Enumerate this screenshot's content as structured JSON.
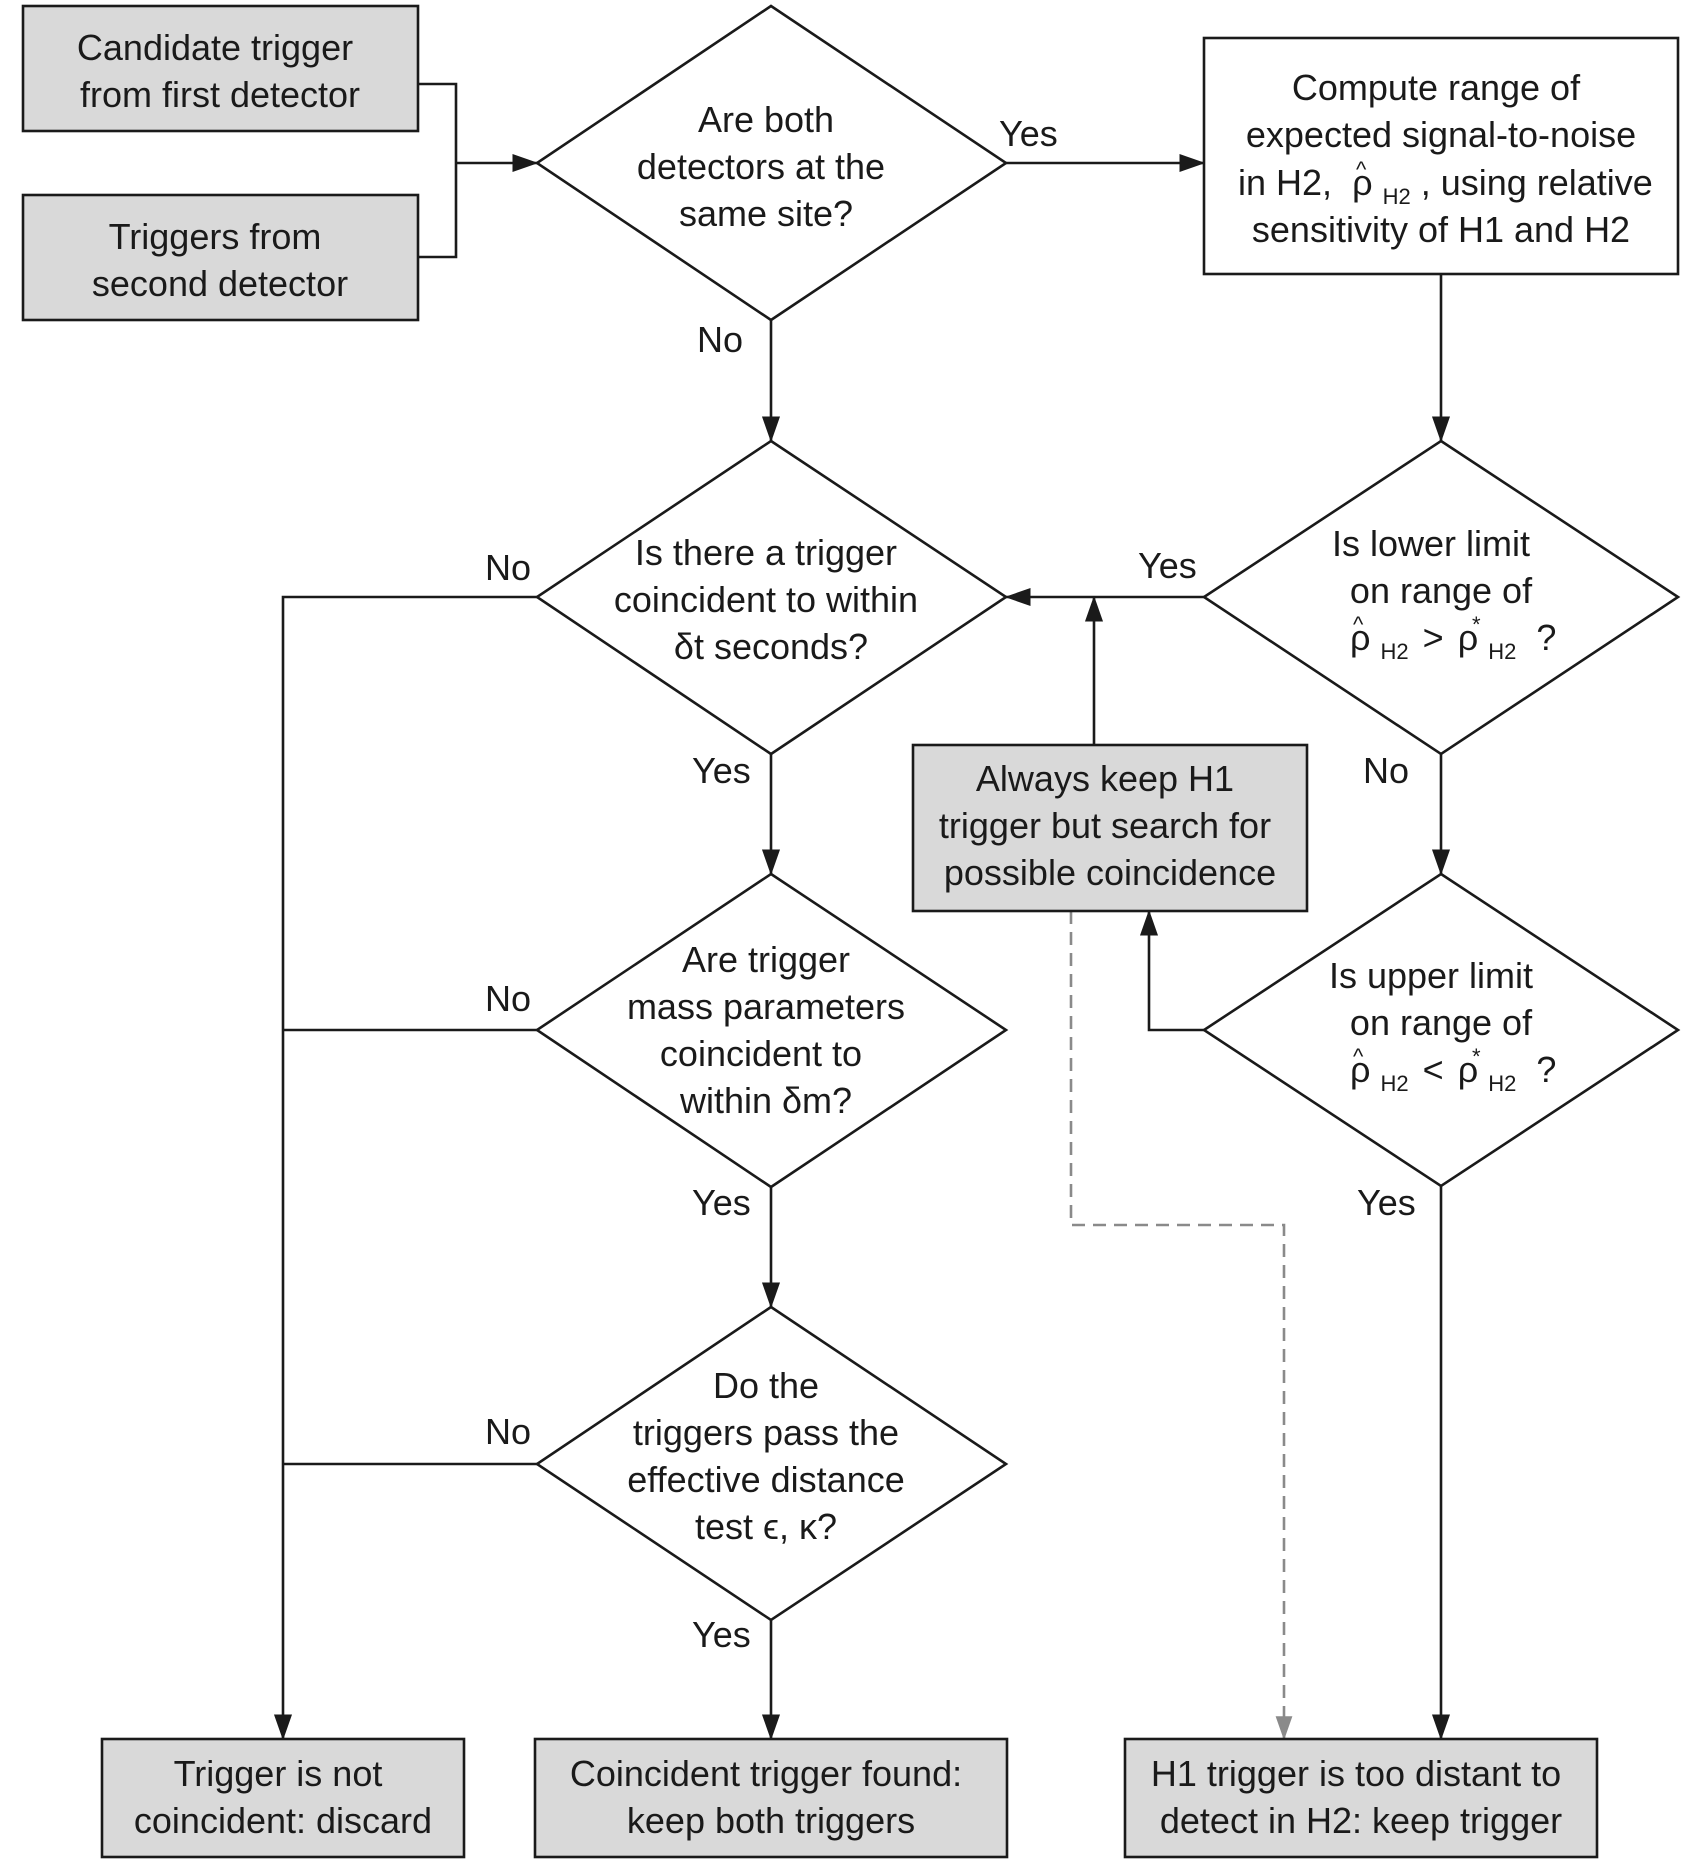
{
  "nodes": {
    "first_detector": [
      "Candidate trigger",
      "from first detector"
    ],
    "second_detector": [
      "Triggers from",
      "second detector"
    ],
    "same_site": [
      "Are both",
      "detectors at the",
      "same site?"
    ],
    "compute_range": [
      "Compute range of",
      "expected signal-to-noise",
      "in H2,",
      ", using relative",
      "sensitivity of H1 and H2"
    ],
    "time_coincident": [
      "Is there a trigger",
      "coincident to within",
      "δt seconds?"
    ],
    "lower_limit": [
      "Is lower limit",
      "on range of",
      "?"
    ],
    "always_keep": [
      "Always keep H1",
      "trigger but search for",
      "possible coincidence"
    ],
    "mass_coincident": [
      "Are trigger",
      "mass parameters",
      "coincident to",
      "within δm?"
    ],
    "upper_limit": [
      "Is upper limit",
      "on range of",
      "?"
    ],
    "distance_test": [
      "Do the",
      "triggers pass the",
      "effective distance",
      "test ϵ, κ?"
    ],
    "not_coincident": [
      "Trigger is not",
      "coincident: discard"
    ],
    "coincident_found": [
      "Coincident trigger found:",
      "keep both triggers"
    ],
    "too_distant": [
      "H1 trigger is too distant to",
      "detect in H2: keep trigger"
    ]
  },
  "math": {
    "rho": "ρ",
    "hat": "^",
    "star": "*",
    "sub_h2": "H2",
    "gt": ">",
    "lt": "<"
  },
  "edge_labels": {
    "yes": "Yes",
    "no": "No"
  }
}
